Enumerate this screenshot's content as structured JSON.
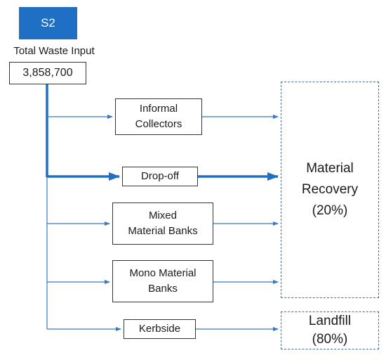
{
  "scenario": "S2",
  "input": {
    "label": "Total Waste Input",
    "value": "3,858,700"
  },
  "channels": [
    {
      "lines": [
        "Informal",
        "Collectors"
      ]
    },
    {
      "lines": [
        "Drop-off"
      ]
    },
    {
      "lines": [
        "Mixed",
        "Material Banks"
      ]
    },
    {
      "lines": [
        "Mono Material",
        "Banks"
      ]
    },
    {
      "lines": [
        "Kerbside"
      ]
    }
  ],
  "destinations": {
    "recovery": {
      "lines": [
        "Material",
        "Recovery",
        "(20%)"
      ]
    },
    "landfill": {
      "lines": [
        "Landfill",
        "(80%)"
      ]
    }
  },
  "colors": {
    "scenario_fill": "#1f6fc4",
    "connector": "#3a78c8"
  }
}
